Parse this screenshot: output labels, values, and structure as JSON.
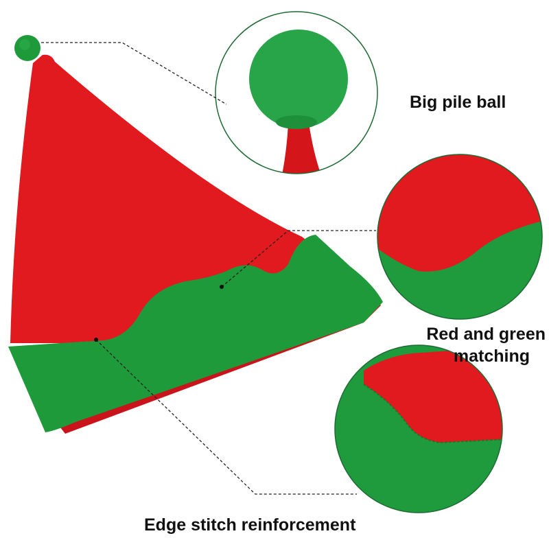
{
  "labels": {
    "pile_ball": "Big pile ball",
    "matching_line1": "Red and green",
    "matching_line2": "matching",
    "stitch": "Edge stitch reinforcement"
  },
  "colors": {
    "red": "#e01a1e",
    "red_dark": "#b80f14",
    "green": "#1e9a3a",
    "green_dark": "#137a2a",
    "circle_border": "#1d6b33"
  }
}
